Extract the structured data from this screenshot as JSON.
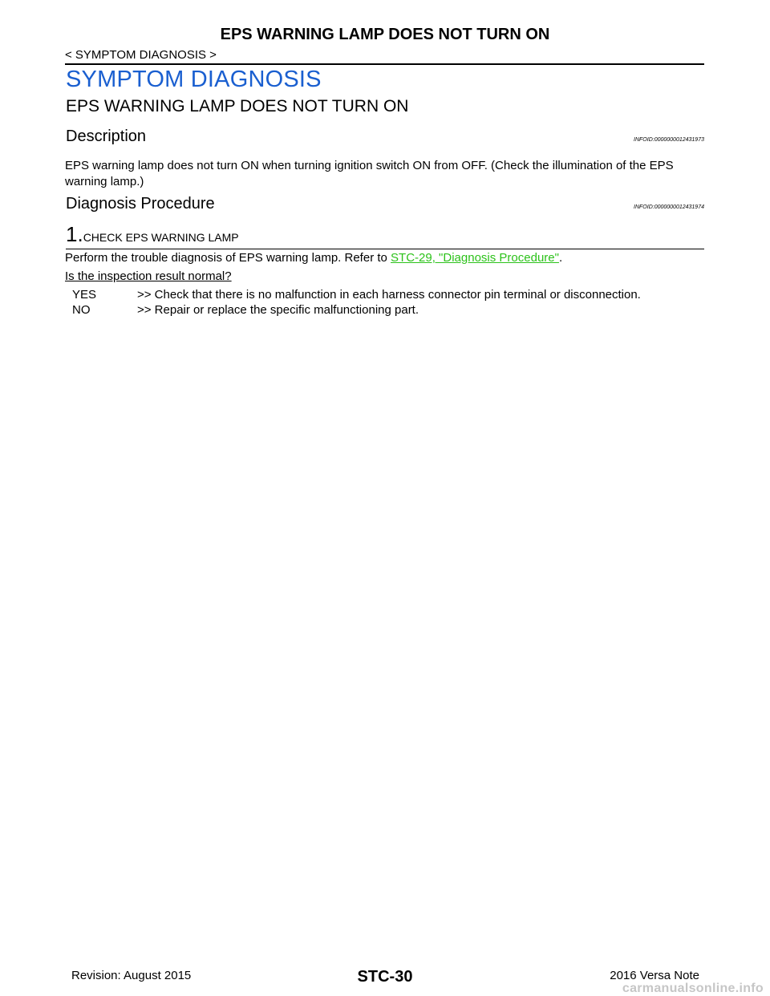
{
  "header": {
    "title": "EPS WARNING LAMP DOES NOT TURN ON",
    "breadcrumb": "< SYMPTOM DIAGNOSIS >"
  },
  "section": {
    "title": "SYMPTOM DIAGNOSIS",
    "subtitle": "EPS WARNING LAMP DOES NOT TURN ON"
  },
  "description": {
    "heading": "Description",
    "infoid": "INFOID:0000000012431973",
    "text": "EPS warning lamp does not turn ON when turning ignition switch ON from OFF. (Check the illumination of the EPS warning lamp.)"
  },
  "procedure": {
    "heading": "Diagnosis Procedure",
    "infoid": "INFOID:0000000012431974",
    "step_number": "1.",
    "step_title": "CHECK EPS WARNING LAMP",
    "instruction_prefix": "Perform the trouble diagnosis of EPS warning lamp. Refer to ",
    "reference_link": "STC-29, \"Diagnosis Procedure\"",
    "instruction_suffix": ".",
    "question": "Is the inspection result normal?",
    "answers": [
      {
        "key": "YES",
        "text": ">> Check that there is no malfunction in each harness connector pin terminal or disconnection."
      },
      {
        "key": "NO",
        "text": ">> Repair or replace the specific malfunctioning part."
      }
    ]
  },
  "footer": {
    "revision": "Revision: August 2015",
    "page": "STC-30",
    "model": "2016 Versa Note"
  },
  "watermark": "carmanualsonline.info"
}
